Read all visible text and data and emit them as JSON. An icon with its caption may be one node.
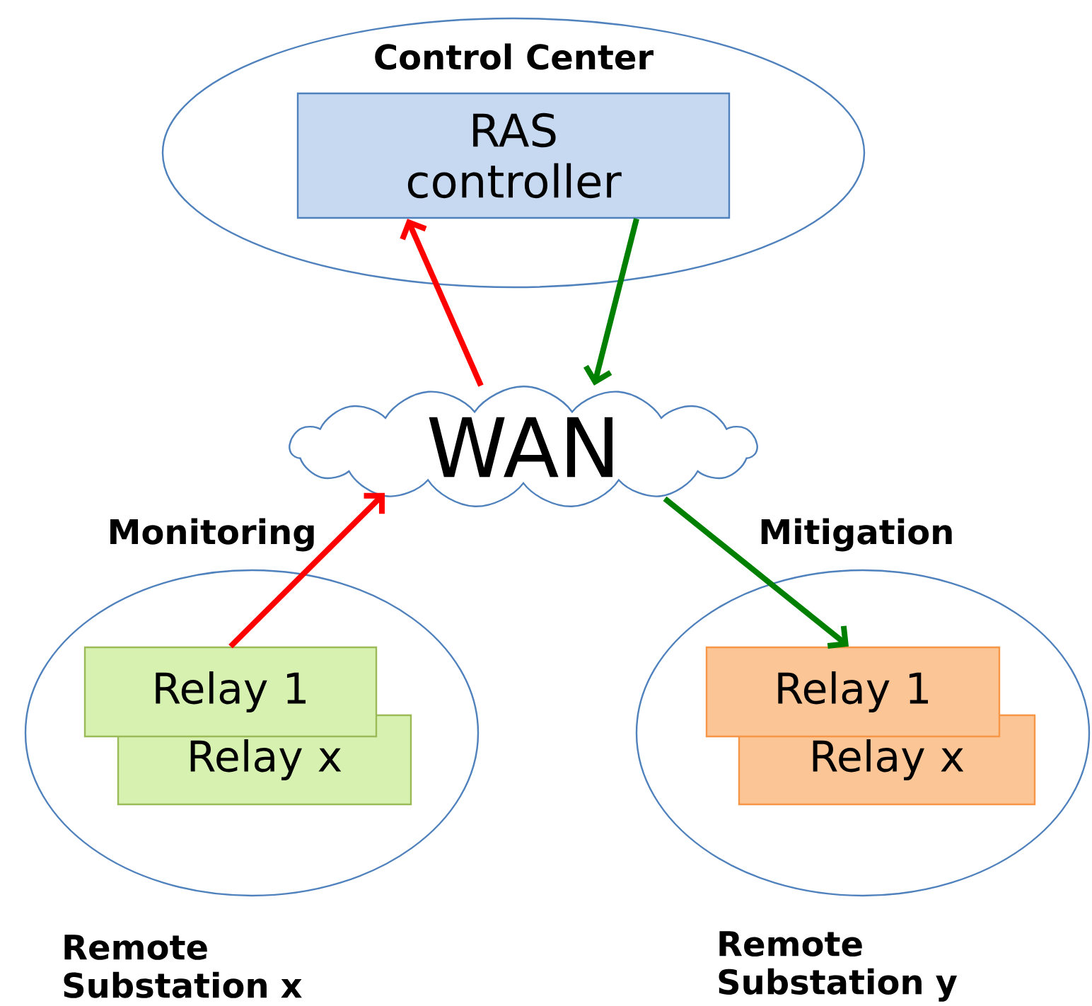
{
  "diagram": {
    "nodes": [
      {
        "text": [
          "Control Center"
        ]
      },
      {
        "text": [
          "RAS controller"
        ],
        "in": 0
      },
      {
        "text": [
          "WAN"
        ]
      },
      {
        "text": [
          "Remote Substation x"
        ]
      },
      {
        "text": [
          "Relay 1"
        ],
        "in": 3
      },
      {
        "text": [
          "Relay x"
        ],
        "in": 3
      },
      {
        "text": [
          "Remote Substation y"
        ]
      },
      {
        "text": [
          "Relay 1"
        ],
        "in": 6
      },
      {
        "text": [
          "Relay x"
        ],
        "in": 6
      }
    ],
    "edges": [
      {
        "from": 2,
        "to": 1,
        "arrow": "to",
        "color": "#ff0000"
      },
      {
        "from": 1,
        "to": 2,
        "arrow": "to",
        "color": "#008000"
      },
      {
        "from": 4,
        "to": 2,
        "arrow": "to",
        "label": "Monitoring",
        "color": "#ff0000"
      },
      {
        "from": 2,
        "to": 7,
        "arrow": "to",
        "label": "Mitigation",
        "color": "#008000"
      }
    ]
  }
}
